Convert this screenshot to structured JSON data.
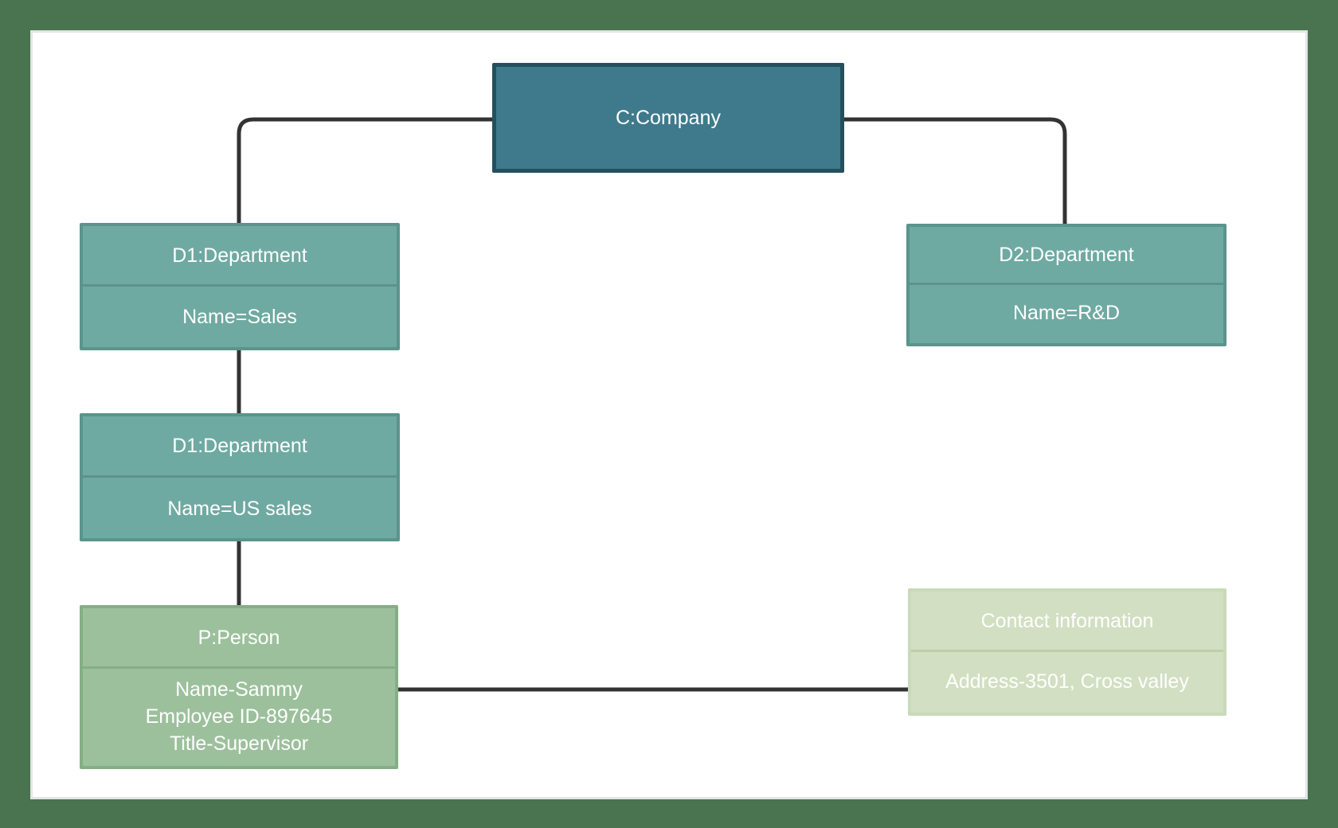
{
  "diagram": {
    "type": "uml-object-diagram",
    "nodes": {
      "company": {
        "label": "C:Company"
      },
      "dept_sales": {
        "title": "D1:Department",
        "attribute": "Name=Sales"
      },
      "dept_rd": {
        "title": "D2:Department",
        "attribute": "Name=R&D"
      },
      "dept_us_sales": {
        "title": "D1:Department",
        "attribute": "Name=US sales"
      },
      "person": {
        "title": "P:Person",
        "name": "Name-Sammy",
        "employee_id": "Employee ID-897645",
        "job_title": "Title-Supervisor"
      },
      "contact": {
        "title": "Contact information",
        "address": "Address-3501, Cross valley"
      }
    },
    "edges": [
      {
        "from": "company",
        "to": "dept_sales"
      },
      {
        "from": "company",
        "to": "dept_rd"
      },
      {
        "from": "dept_sales",
        "to": "dept_us_sales"
      },
      {
        "from": "dept_us_sales",
        "to": "person"
      },
      {
        "from": "person",
        "to": "contact"
      }
    ],
    "colors": {
      "page_background": "#4a734f",
      "canvas_background": "#ffffff",
      "canvas_edge": "#e4e4e8",
      "company_fill": "#3f7a8c",
      "company_border": "#24505e",
      "department_fill": "#6faaa2",
      "department_border": "#5a948c",
      "person_fill": "#9cc09c",
      "person_border": "#86ae86",
      "contact_fill": "#d2dfc2",
      "contact_border": "#c9dab8",
      "connector": "#333333",
      "text": "#ffffff"
    }
  }
}
